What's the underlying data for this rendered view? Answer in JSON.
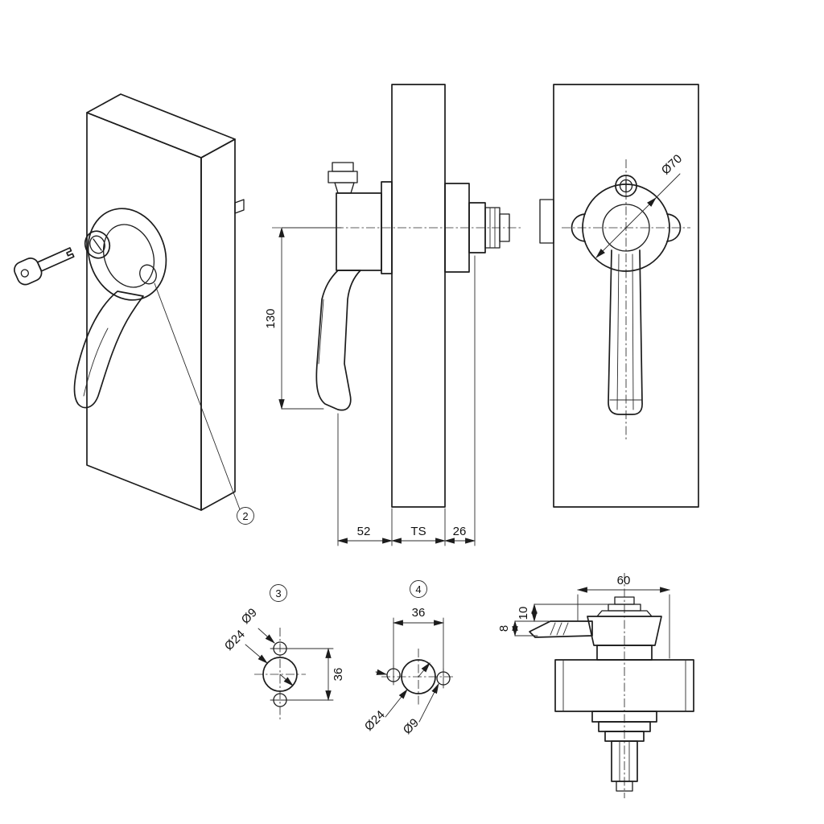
{
  "sheet": {
    "background": "#ffffff",
    "line_color": "#1c1c1c"
  },
  "balloons": {
    "item2": "2",
    "item3": "3",
    "item4": "4"
  },
  "side_view": {
    "dim_handle_length": "130",
    "dim_front_projection": "52",
    "dim_panel_thickness": "TS",
    "dim_rear_projection": "26"
  },
  "front_view": {
    "dim_flange_diameter": "Ø70"
  },
  "detail_3": {
    "dim_fix_hole": "Ø9",
    "dim_main_bore": "Ø24",
    "dim_hole_spacing": "36"
  },
  "detail_4": {
    "dim_hole_spacing": "36",
    "dim_main_bore": "Ø24",
    "dim_fix_hole": "Ø9"
  },
  "cam_detail": {
    "dim_cam_length": "60",
    "dim_offset_upper": "10",
    "dim_offset_lower": "8"
  }
}
